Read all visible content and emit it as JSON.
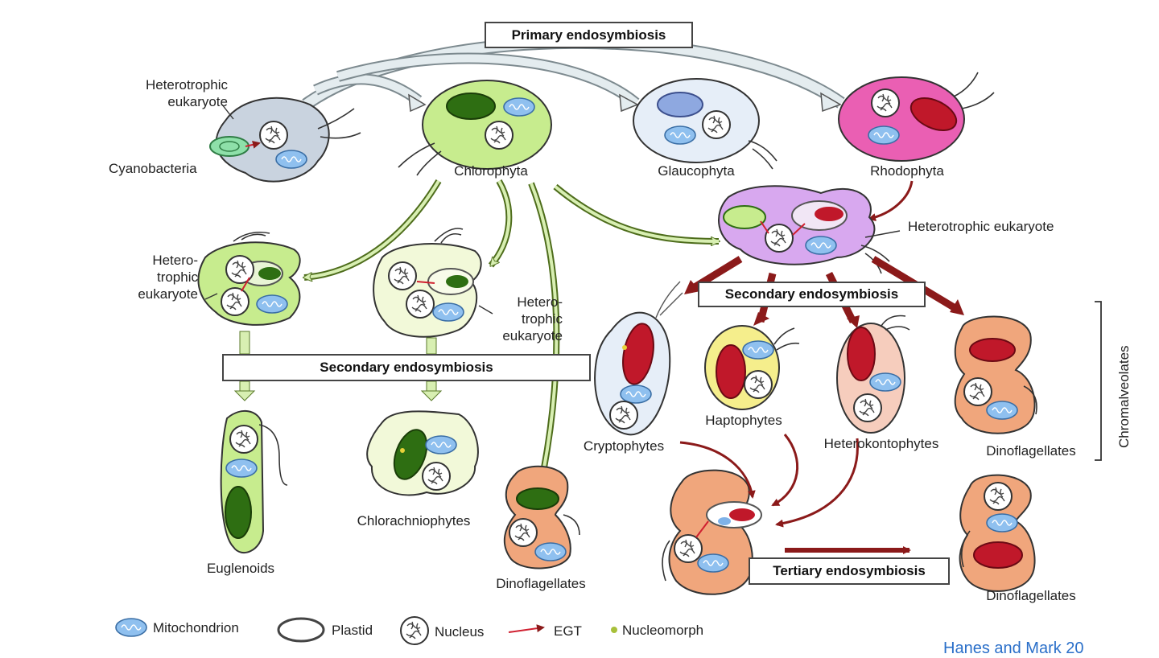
{
  "headers": {
    "primary": "Primary endosymbiosis",
    "secondary_left": "Secondary endosymbiosis",
    "secondary_right": "Secondary endosymbiosis",
    "tertiary": "Tertiary endosymbiosis"
  },
  "organisms": {
    "heterotrophic_top": "Heterotrophic\neukaryote",
    "cyanobacteria": "Cyanobacteria",
    "chlorophyta": "Chlorophyta",
    "glaucophyta": "Glaucophyta",
    "rhodophyta": "Rhodophyta",
    "heterotrophic_right": "Heterotrophic eukaryote",
    "heterotrophic_left": "Hetero-\ntrophic\neukaryote",
    "heterotrophic_mid": "Hetero-\ntrophic\neukaryote",
    "euglenoids": "Euglenoids",
    "chlorarachniophytes": "Chlorachniophytes",
    "dinoflagellates_green": "Dinoflagellates",
    "cryptophytes": "Cryptophytes",
    "haptophytes": "Haptophytes",
    "heterokontophytes": "Heterokontophytes",
    "dinoflagellates_red": "Dinoflagellates",
    "dinoflagellates_tertiary": "Dinoflagellates",
    "chromalveolates": "Chromalveolates"
  },
  "legend": {
    "mitochondrion": "Mitochondrion",
    "plastid": "Plastid",
    "nucleus": "Nucleus",
    "egt": "EGT",
    "nucleomorph": "Nucleomorph"
  },
  "citation": "Hanes and Mark 20",
  "colors": {
    "green_cell": "#c7ec8e",
    "pale_green_cell": "#f2f9d9",
    "blue_cell": "#e6eef8",
    "pink_cell": "#ea5fb3",
    "lavender_cell": "#d8a8ef",
    "orange_cell": "#f0a67c",
    "yellow_cell": "#f5ee8c",
    "peach_cell": "#f6cdbd",
    "grey_cell": "#c9d3df",
    "red_plastid": "#c0182a",
    "dark_green_plastid": "#2e6e12",
    "arrow_red": "#8b1a1a",
    "mito_blue": "#7fb2e8"
  }
}
